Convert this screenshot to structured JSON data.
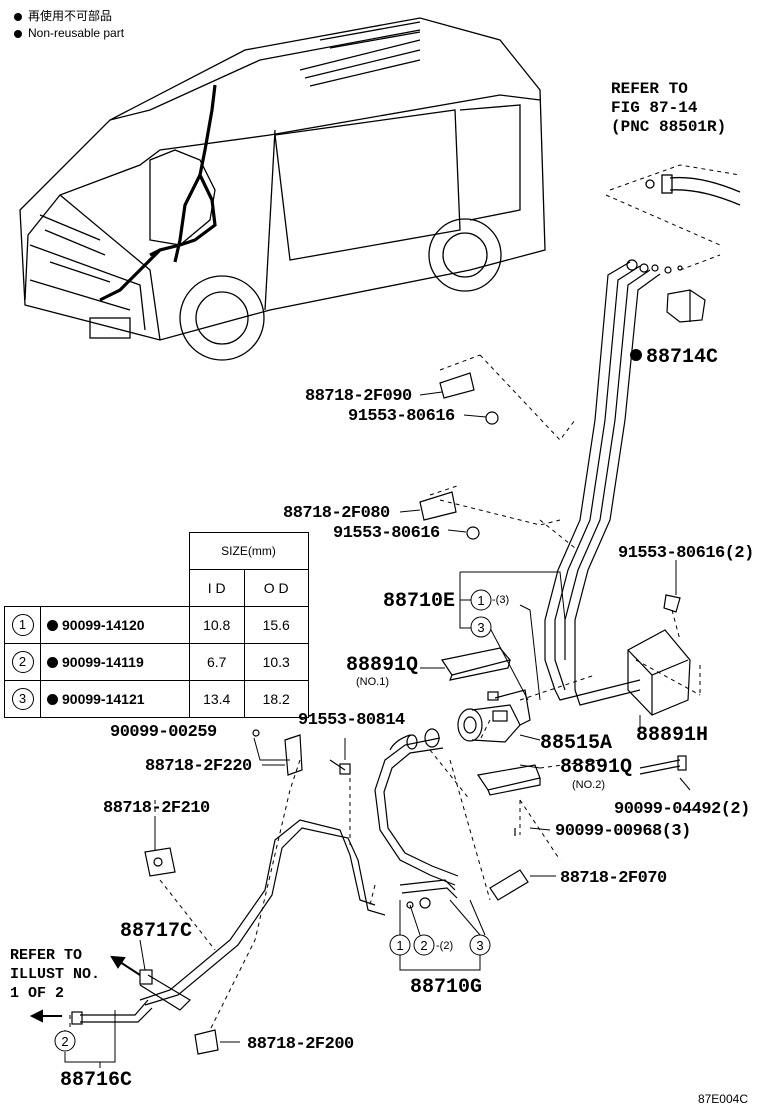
{
  "legend": {
    "line1": "再使用不可部品",
    "line2": "Non-reusable part"
  },
  "refer_top": [
    "REFER TO",
    "FIG 87-14",
    "(PNC 88501R)"
  ],
  "refer_left": [
    "REFER TO",
    "ILLUST NO.",
    "1 OF 2"
  ],
  "size_table": {
    "header": "SIZE(mm)",
    "col_id": "I D",
    "col_od": "O D",
    "rows": [
      {
        "num": "1",
        "part": "90099-14120",
        "id": "10.8",
        "od": "15.6"
      },
      {
        "num": "2",
        "part": "90099-14119",
        "id": "6.7",
        "od": "10.3"
      },
      {
        "num": "3",
        "part": "90099-14121",
        "id": "13.4",
        "od": "18.2"
      }
    ]
  },
  "labels": {
    "p88714C": "88714C",
    "p88718_2F090": "88718-2F090",
    "p91553_80616_a": "91553-80616",
    "p88718_2F080": "88718-2F080",
    "p91553_80616_b": "91553-80616",
    "p91553_80616_2": "91553-80616(2)",
    "p88710E": "88710E",
    "p88710E_sub3": "-(3)",
    "p88891Q": "88891Q",
    "p88891Q_no1": "(NO.1)",
    "p88891H": "88891H",
    "p88515A": "88515A",
    "p88891Q_2": "88891Q",
    "p88891Q_no2": "(NO.2)",
    "p90099_00259": "90099-00259",
    "p91553_80814": "91553-80814",
    "p88718_2F220": "88718-2F220",
    "p90099_04492": "90099-04492(2)",
    "p90099_00968": "90099-00968(3)",
    "p88718_2F210": "88718-2F210",
    "p88718_2F070": "88718-2F070",
    "p88717C": "88717C",
    "p88710G": "88710G",
    "p88710G_sub2": "-(2)",
    "p88718_2F200": "88718-2F200",
    "p88716C": "88716C",
    "c1": "1",
    "c2": "2",
    "c3": "3"
  },
  "footer": "87E004C"
}
